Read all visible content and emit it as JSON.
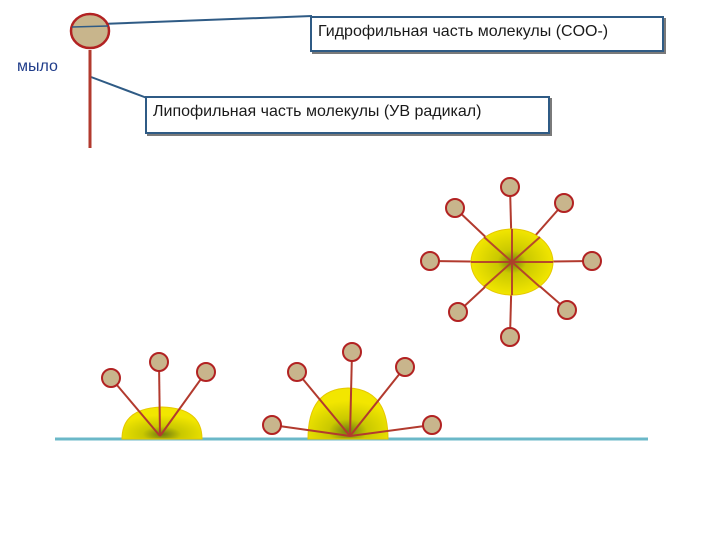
{
  "labels": {
    "hydrophilic": "Гидрофильная часть молекулы  (COO-)",
    "lipophilic": "Липофильная часть молекулы (УВ радикал)",
    "soap": "мыло"
  },
  "colors": {
    "head_fill": "#c8b58c",
    "head_stroke": "#b22222",
    "tail": "#b23a2e",
    "droplet_fill": "#f2e600",
    "droplet_core": "#8a8a10",
    "surface": "#6bb8c8",
    "callout_border": "#2f5b85",
    "soap_text": "#1f3c8a"
  }
}
